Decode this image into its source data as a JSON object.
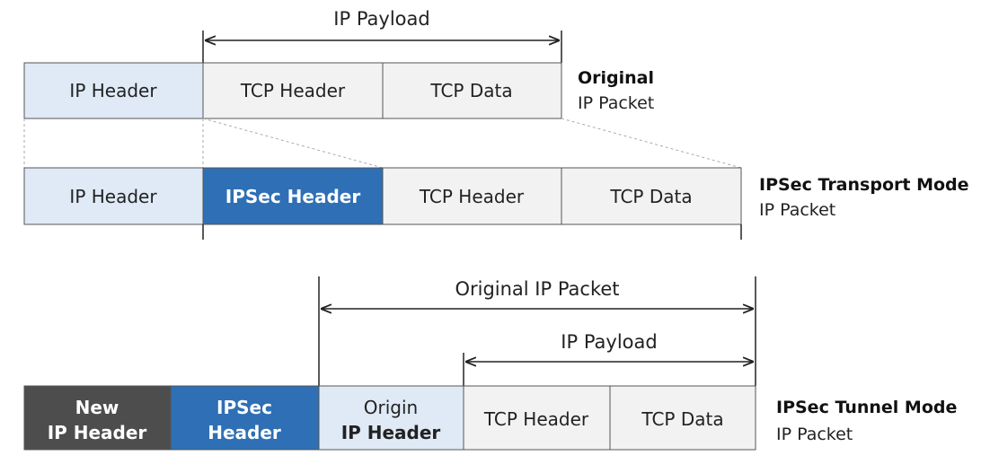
{
  "colors": {
    "ip_header_fill": "#dfeaf6",
    "tcp_fill": "#f2f2f2",
    "ipsec_fill": "#2e6fb5",
    "new_ip_fill": "#4d4d4d",
    "border": "#555555"
  },
  "original": {
    "span_label": "IP Payload",
    "boxes": [
      "IP Header",
      "TCP Header",
      "TCP Data"
    ],
    "caption_bold": "Original",
    "caption": "IP Packet"
  },
  "transport": {
    "boxes": [
      "IP Header",
      "IPSec Header",
      "TCP Header",
      "TCP Data"
    ],
    "caption_bold": "IPSec Transport Mode",
    "caption": "IP Packet"
  },
  "tunnel": {
    "span_outer": "Original IP Packet",
    "span_inner": "IP Payload",
    "boxes": [
      [
        "New",
        "IP Header"
      ],
      [
        "IPSec",
        "Header"
      ],
      [
        "Origin",
        "IP Header"
      ],
      [
        "TCP Header"
      ],
      [
        "TCP Data"
      ]
    ],
    "caption_bold": "IPSec Tunnel Mode",
    "caption": "IP Packet"
  }
}
